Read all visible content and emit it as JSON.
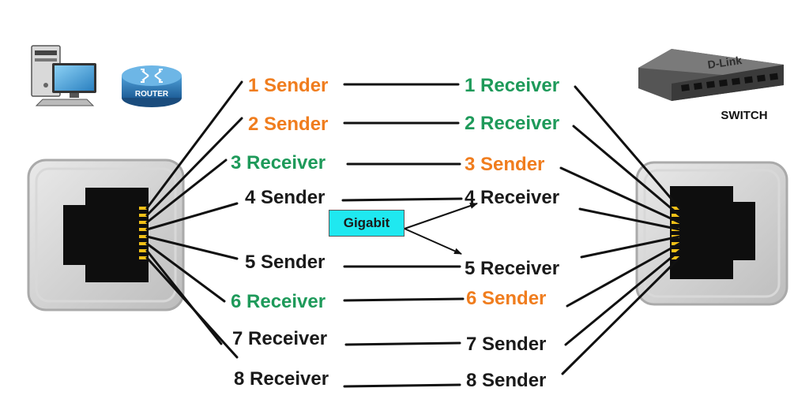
{
  "colors": {
    "sender_orange": "#f07d1e",
    "receiver_green": "#1e9a5a",
    "plain": "#1a1a1a",
    "gigabit_box": "#1fe8f0"
  },
  "devices": {
    "computer_icon": "computer-icon",
    "router": {
      "icon": "router-icon",
      "label": "ROUTER"
    },
    "switch": {
      "icon": "switch-icon",
      "label": "SWITCH",
      "brand": "D-Link"
    }
  },
  "callout": {
    "label": "Gigabit"
  },
  "left_pins": [
    {
      "text": "1 Sender",
      "color": "orange"
    },
    {
      "text": "2 Sender",
      "color": "orange"
    },
    {
      "text": "3 Receiver",
      "color": "green"
    },
    {
      "text": "4 Sender",
      "color": "plain"
    },
    {
      "text": "5 Sender",
      "color": "plain"
    },
    {
      "text": "6 Receiver",
      "color": "green"
    },
    {
      "text": "7 Receiver",
      "color": "plain"
    },
    {
      "text": "8 Receiver",
      "color": "plain"
    }
  ],
  "right_pins": [
    {
      "text": "1 Receiver",
      "color": "green"
    },
    {
      "text": "2 Receiver",
      "color": "green"
    },
    {
      "text": "3 Sender",
      "color": "orange"
    },
    {
      "text": "4 Receiver",
      "color": "plain"
    },
    {
      "text": "5 Receiver",
      "color": "plain"
    },
    {
      "text": "6 Sender",
      "color": "orange"
    },
    {
      "text": "7 Sender",
      "color": "plain"
    },
    {
      "text": "8 Sender",
      "color": "plain"
    }
  ]
}
